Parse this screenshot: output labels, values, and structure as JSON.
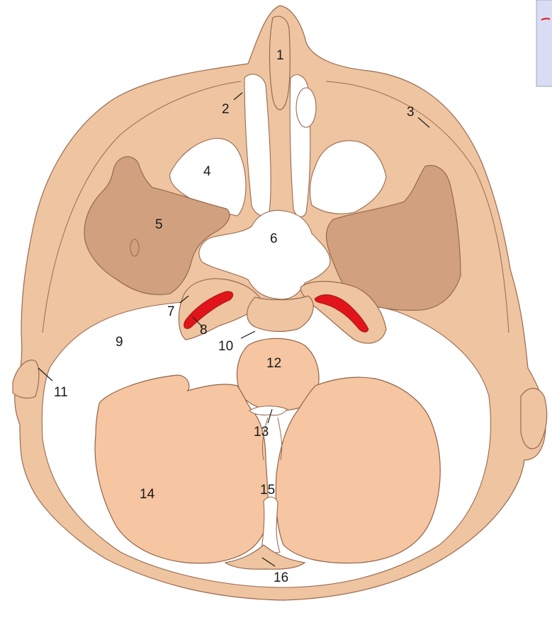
{
  "labels": [
    {
      "id": "1",
      "text": "1"
    },
    {
      "id": "2",
      "text": "2"
    },
    {
      "id": "3",
      "text": "3"
    },
    {
      "id": "4",
      "text": "4"
    },
    {
      "id": "5",
      "text": "5"
    },
    {
      "id": "6",
      "text": "6"
    },
    {
      "id": "7",
      "text": "7"
    },
    {
      "id": "8",
      "text": "8"
    },
    {
      "id": "9",
      "text": "9"
    },
    {
      "id": "10",
      "text": "10"
    },
    {
      "id": "11",
      "text": "11"
    },
    {
      "id": "12",
      "text": "12"
    },
    {
      "id": "13",
      "text": "13"
    },
    {
      "id": "14",
      "text": "14"
    },
    {
      "id": "15",
      "text": "15"
    },
    {
      "id": "16",
      "text": "16"
    }
  ],
  "colors": {
    "bone": "#eec4a1",
    "muscle": "#d1a07e",
    "brain": "#f6c5a1",
    "artery": "#e0141a",
    "inset": "#d9dcf2"
  }
}
